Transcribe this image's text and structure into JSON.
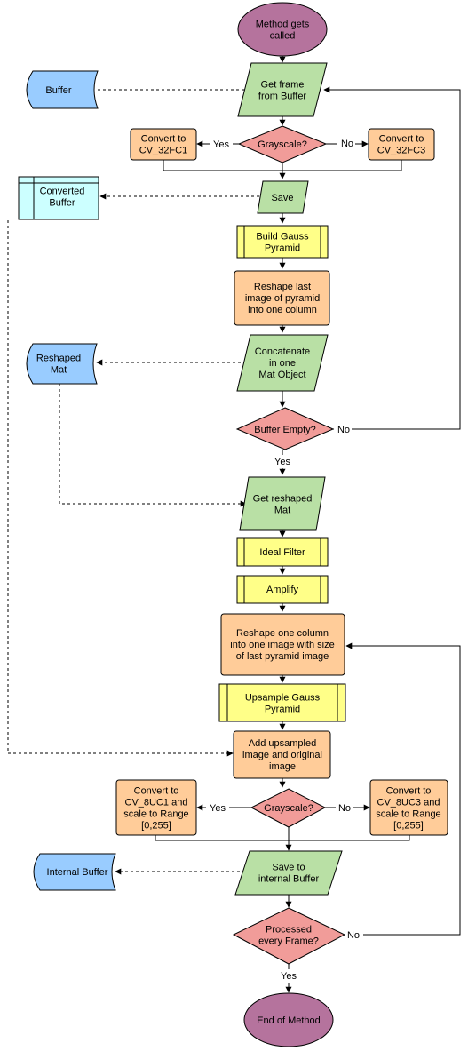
{
  "nodes": {
    "start": {
      "lines": [
        "Method gets",
        "called"
      ]
    },
    "get_frame": {
      "lines": [
        "Get frame",
        "from Buffer"
      ]
    },
    "buffer": {
      "lines": [
        "Buffer"
      ]
    },
    "convert_32fc1": {
      "lines": [
        "Convert to",
        "CV_32FC1"
      ]
    },
    "grayscale_1": {
      "lines": [
        "Grayscale?"
      ]
    },
    "convert_32fc3": {
      "lines": [
        "Convert to",
        "CV_32FC3"
      ]
    },
    "converted_buffer": {
      "lines": [
        "Converted",
        "Buffer"
      ]
    },
    "save": {
      "lines": [
        "Save"
      ]
    },
    "build_gauss": {
      "lines": [
        "Build Gauss",
        "Pyramid"
      ]
    },
    "reshape_last": {
      "lines": [
        "Reshape last",
        "image of pyramid",
        "into one column"
      ]
    },
    "reshaped_mat": {
      "lines": [
        "Reshaped",
        "Mat"
      ]
    },
    "concatenate": {
      "lines": [
        "Concatenate",
        "in one",
        "Mat Object"
      ]
    },
    "buffer_empty": {
      "lines": [
        "Buffer Empty?"
      ]
    },
    "get_reshaped": {
      "lines": [
        "Get reshaped",
        "Mat"
      ]
    },
    "ideal_filter": {
      "lines": [
        "Ideal Filter"
      ]
    },
    "amplify": {
      "lines": [
        "Amplify"
      ]
    },
    "reshape_column": {
      "lines": [
        "Reshape one column",
        "into one image with size",
        "of last pyramid image"
      ]
    },
    "upsample": {
      "lines": [
        "Upsample Gauss",
        "Pyramid"
      ]
    },
    "add_upsampled": {
      "lines": [
        "Add upsampled",
        "image and original",
        "image"
      ]
    },
    "convert_8uc1": {
      "lines": [
        "Convert to",
        "CV_8UC1 and",
        "scale to Range",
        "[0,255]"
      ]
    },
    "grayscale_2": {
      "lines": [
        "Grayscale?"
      ]
    },
    "convert_8uc3": {
      "lines": [
        "Convert to",
        "CV_8UC3 and",
        "scale to Range",
        "[0,255]"
      ]
    },
    "internal_buffer": {
      "lines": [
        "Internal Buffer"
      ]
    },
    "save_internal": {
      "lines": [
        "Save to",
        "internal Buffer"
      ]
    },
    "processed": {
      "lines": [
        "Processed",
        "every Frame?"
      ]
    },
    "end": {
      "lines": [
        "End of Method"
      ]
    }
  },
  "edge_labels": {
    "gs1_yes": "Yes",
    "gs1_no": "No",
    "empty_no": "No",
    "empty_yes": "Yes",
    "gs2_yes": "Yes",
    "gs2_no": "No",
    "processed_no": "No",
    "processed_yes": "Yes"
  },
  "colors": {
    "terminal": "#b5739d",
    "io": "#b9e0a5",
    "process": "#ffcc99",
    "decision": "#f19c99",
    "subprocess": "#ffff88",
    "storage_blue": "#99ccff",
    "storage_cyan": "#ccffff"
  }
}
